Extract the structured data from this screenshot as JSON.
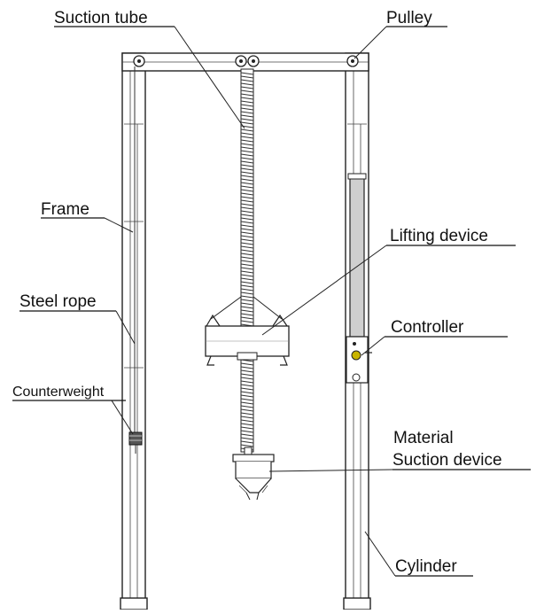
{
  "labels": {
    "suction_tube": "Suction tube",
    "pulley": "Pulley",
    "frame": "Frame",
    "lifting_device": "Lifting device",
    "steel_rope": "Steel rope",
    "controller": "Controller",
    "counterweight": "Counterweight",
    "material_line1": "Material",
    "material_line2": "Suction device",
    "cylinder": "Cylinder"
  },
  "colors": {
    "line": "#222222",
    "cylinder_fill": "#cfcfcf",
    "controller_knob": "#c8b400",
    "background": "#ffffff"
  }
}
